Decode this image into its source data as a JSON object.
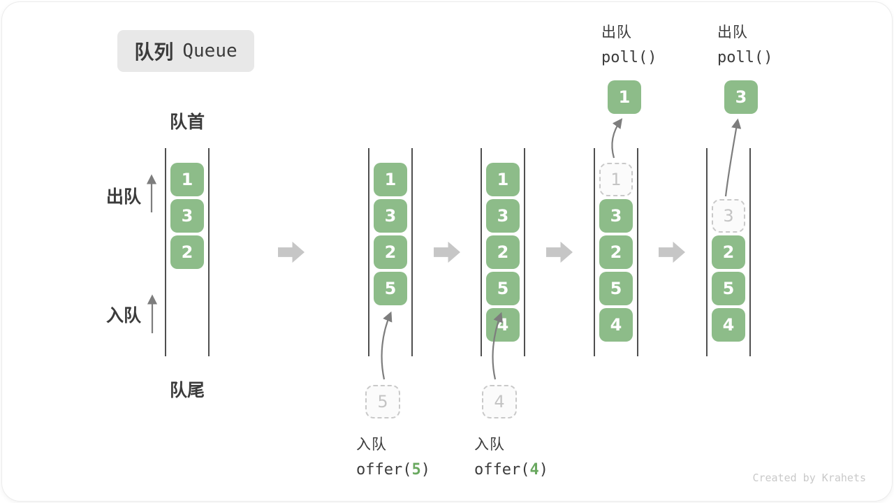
{
  "title": {
    "zh": "队列",
    "en": "Queue"
  },
  "side_labels": {
    "front": "队首",
    "rear": "队尾",
    "dequeue": "出队",
    "enqueue": "入队"
  },
  "queues": [
    {
      "items": [
        "1",
        "3",
        "2"
      ]
    },
    {
      "items": [
        "1",
        "3",
        "2",
        "5"
      ]
    },
    {
      "items": [
        "1",
        "3",
        "2",
        "5",
        "4"
      ]
    },
    {
      "items": [
        "1",
        "3",
        "2",
        "5",
        "4"
      ]
    },
    {
      "items": [
        "3",
        "2",
        "5",
        "4"
      ]
    }
  ],
  "staging": {
    "offer5": "5",
    "offer4": "4"
  },
  "popped": {
    "poll1": "1",
    "poll3": "3"
  },
  "ops": {
    "offer5": {
      "label": "入队",
      "fn": "offer(",
      "arg": "5",
      "close": ")"
    },
    "offer4": {
      "label": "入队",
      "fn": "offer(",
      "arg": "4",
      "close": ")"
    },
    "poll1": {
      "label": "出队",
      "call": "poll()"
    },
    "poll3": {
      "label": "出队",
      "call": "poll()"
    }
  },
  "watermark": "Created by Krahets",
  "colors": {
    "box_green": "#8DBC89",
    "code_green": "#69A85F",
    "line_dark": "#4F4F4F",
    "block_arrow": "#C6C6C6",
    "flow_arrow": "#7D7D7D",
    "dashed_border": "#C9C9C9",
    "dashed_text": "#C4C4C4",
    "text_dark": "#3B3B3B",
    "title_bg": "#E8E8E8",
    "watermark_gray": "#C9C9C9"
  }
}
